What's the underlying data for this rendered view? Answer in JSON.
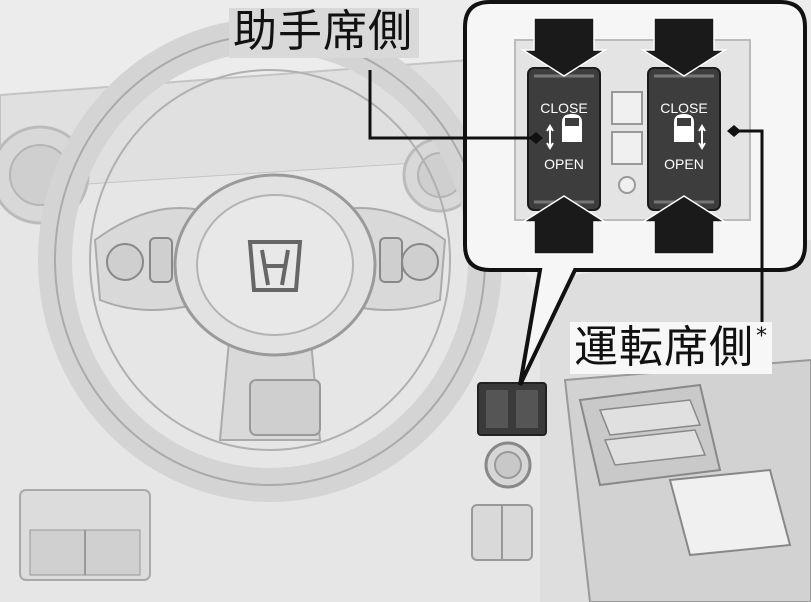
{
  "labels": {
    "passenger_side": "助手席側",
    "driver_side": "運転席側",
    "footnote_mark": "*"
  },
  "switches": {
    "passenger": {
      "close": "CLOSE",
      "open": "OPEN"
    },
    "driver": {
      "close": "CLOSE",
      "open": "OPEN"
    }
  }
}
